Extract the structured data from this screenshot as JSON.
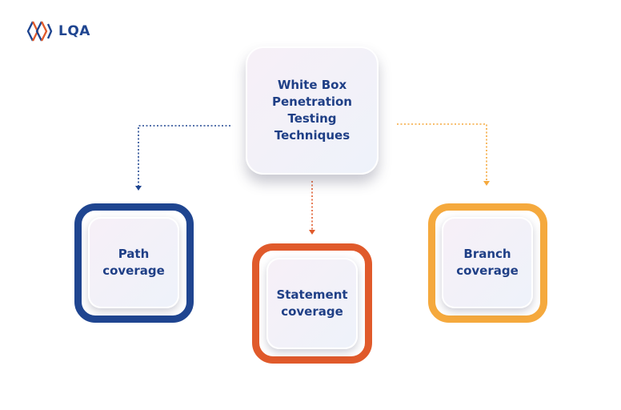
{
  "brand": {
    "name": "LQA",
    "logo_icon": "lqa-logo-icon",
    "colors": {
      "navy": "#1f4590",
      "orange": "#e05a2b",
      "amber": "#f5a93d"
    }
  },
  "diagram": {
    "root": {
      "lines": [
        "White Box",
        "Penetration",
        "Testing",
        "Techniques"
      ]
    },
    "children": [
      {
        "id": "path",
        "lines": [
          "Path",
          "coverage"
        ],
        "color": "#1f4590"
      },
      {
        "id": "statement",
        "lines": [
          "Statement",
          "coverage"
        ],
        "color": "#e05a2b"
      },
      {
        "id": "branch",
        "lines": [
          "Branch",
          "coverage"
        ],
        "color": "#f5a93d"
      }
    ]
  }
}
